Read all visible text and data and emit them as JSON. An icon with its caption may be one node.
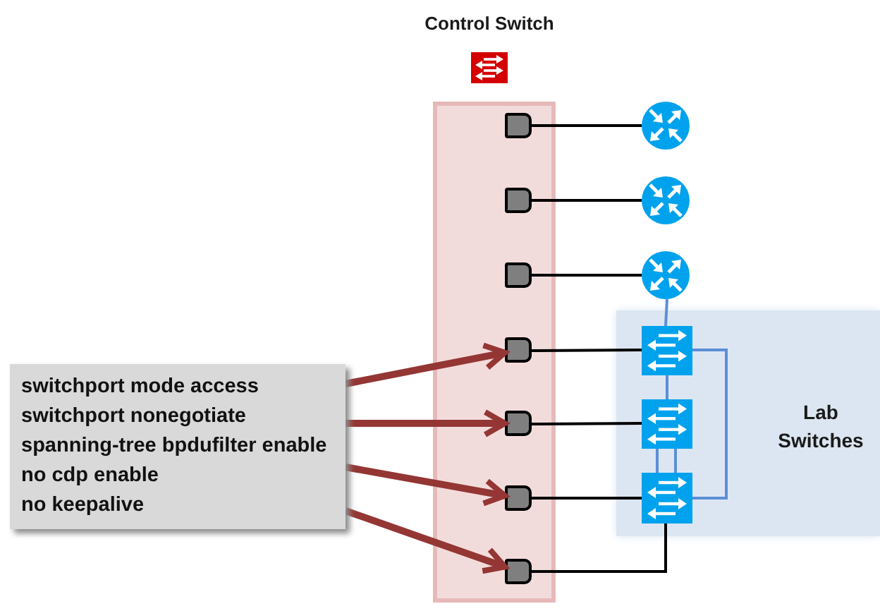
{
  "diagram": {
    "nodes": [
      {
        "text": [
          "Control Switch"
        ]
      },
      {
        "text": [],
        "shape": "box",
        "in": 0
      },
      {
        "text": [],
        "shape": "box",
        "in": 0
      },
      {
        "text": [],
        "shape": "box",
        "in": 0
      },
      {
        "text": [],
        "shape": "box",
        "in": 0
      },
      {
        "text": [],
        "shape": "box",
        "in": 0
      },
      {
        "text": [],
        "shape": "box",
        "in": 0
      },
      {
        "text": [],
        "shape": "box",
        "in": 0
      },
      {
        "text": [],
        "shape": "picture"
      },
      {
        "text": [],
        "shape": "picture"
      },
      {
        "text": [],
        "shape": "picture"
      },
      {
        "text": [
          "Lab Switches"
        ]
      },
      {
        "text": [],
        "shape": "picture",
        "in": 11
      },
      {
        "text": [],
        "shape": "picture",
        "in": 11
      },
      {
        "text": [],
        "shape": "picture",
        "in": 11
      },
      {
        "text": [
          "switchport mode access",
          "switchport nonegotiate",
          "spanning-tree bpdufilter enable",
          "no cdp enable",
          "no keepalive"
        ]
      }
    ],
    "edges": [
      {
        "from": 1,
        "to": 8,
        "arrow": "none"
      },
      {
        "from": 2,
        "to": 9,
        "arrow": "none"
      },
      {
        "from": 3,
        "to": 10,
        "arrow": "none"
      },
      {
        "from": 10,
        "to": 12,
        "arrow": "none",
        "color": "#5b8fd6"
      },
      {
        "from": 4,
        "to": 12,
        "arrow": "none"
      },
      {
        "from": 5,
        "to": 13,
        "arrow": "none"
      },
      {
        "from": 6,
        "to": 14,
        "arrow": "none"
      },
      {
        "from": 7,
        "to": 14,
        "arrow": "none"
      },
      {
        "from": 12,
        "to": 13,
        "arrow": "none",
        "color": "#5b8fd6"
      },
      {
        "from": 13,
        "to": 14,
        "arrow": "none",
        "color": "#5b8fd6"
      },
      {
        "from": 13,
        "to": 14,
        "arrow": "none",
        "color": "#5b8fd6"
      },
      {
        "from": 12,
        "to": 14,
        "arrow": "none",
        "color": "#5b8fd6"
      },
      {
        "from": 15,
        "to": 4,
        "arrow": "to",
        "style": "thick",
        "color": "#943634"
      },
      {
        "from": 15,
        "to": 5,
        "arrow": "to",
        "style": "thick",
        "color": "#943634"
      },
      {
        "from": 15,
        "to": 6,
        "arrow": "to",
        "style": "thick",
        "color": "#943634"
      },
      {
        "from": 15,
        "to": 7,
        "arrow": "to",
        "style": "thick",
        "color": "#943634"
      }
    ]
  }
}
